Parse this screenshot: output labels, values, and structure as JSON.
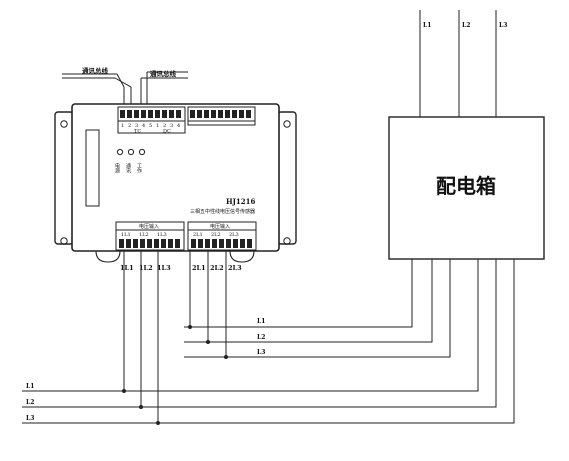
{
  "device": {
    "model": "HJ1216",
    "description": "三相五中性线电压信号传感器",
    "bus_label_left": "通讯总线",
    "bus_label_right": "通讯总线",
    "top_terminal_labels": [
      "1",
      "2",
      "3",
      "4",
      "5",
      "1",
      "2",
      "3",
      "4"
    ],
    "top_group_labels": [
      "TC",
      "DC"
    ],
    "leds": [
      "电源",
      "通讯",
      "工作"
    ],
    "bottom_left_group": "电压输入",
    "bottom_right_group": "电压输入",
    "bottom_left_terminals": [
      "1L1",
      "1L2",
      "1L3"
    ],
    "bottom_right_terminals": [
      "2L1",
      "2L2",
      "2L3"
    ]
  },
  "distribution_box": {
    "label": "配电箱"
  },
  "lines": {
    "top": [
      "L1",
      "L2",
      "L3"
    ],
    "middle": [
      "L1",
      "L2",
      "L3"
    ],
    "bottom": [
      "L1",
      "L2",
      "L3"
    ]
  }
}
